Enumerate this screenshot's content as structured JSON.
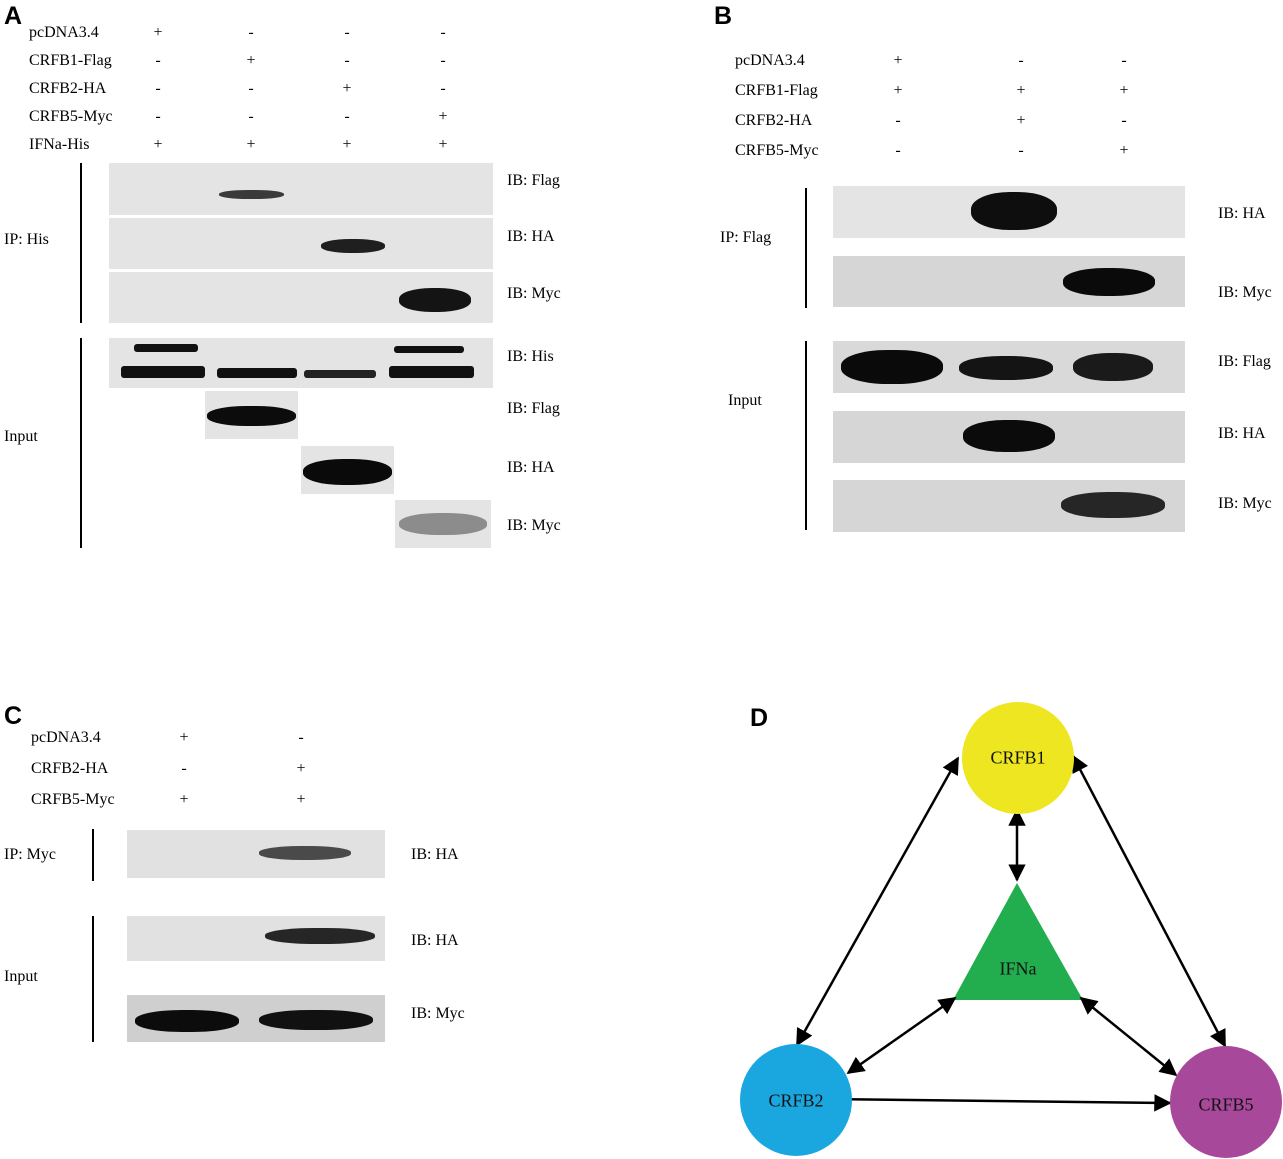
{
  "panelA": {
    "label": "A",
    "rows": [
      {
        "name": "pcDNA3.4",
        "signs": [
          "+",
          "-",
          "-",
          "-"
        ]
      },
      {
        "name": "CRFB1-Flag",
        "signs": [
          "-",
          "+",
          "-",
          "-"
        ]
      },
      {
        "name": "CRFB2-HA",
        "signs": [
          "-",
          "-",
          "+",
          "-"
        ]
      },
      {
        "name": "CRFB5-Myc",
        "signs": [
          "-",
          "-",
          "-",
          "+"
        ]
      },
      {
        "name": "IFNa-His",
        "signs": [
          "+",
          "+",
          "+",
          "+"
        ]
      }
    ],
    "ip_label": "IP: His",
    "input_label": "Input",
    "ib": [
      "IB: Flag",
      "IB: HA",
      "IB: Myc",
      "IB: His",
      "IB: Flag",
      "IB: HA",
      "IB: Myc"
    ]
  },
  "panelB": {
    "label": "B",
    "rows": [
      {
        "name": "pcDNA3.4",
        "signs": [
          "+",
          "-",
          "-"
        ]
      },
      {
        "name": "CRFB1-Flag",
        "signs": [
          "+",
          "+",
          "+"
        ]
      },
      {
        "name": "CRFB2-HA",
        "signs": [
          "-",
          "+",
          "-"
        ]
      },
      {
        "name": "CRFB5-Myc",
        "signs": [
          "-",
          "-",
          "+"
        ]
      }
    ],
    "ip_label": "IP: Flag",
    "input_label": "Input",
    "ib": [
      "IB: HA",
      "IB: Myc",
      "IB: Flag",
      "IB: HA",
      "IB: Myc"
    ]
  },
  "panelC": {
    "label": "C",
    "rows": [
      {
        "name": "pcDNA3.4",
        "signs": [
          "+",
          "-"
        ]
      },
      {
        "name": "CRFB2-HA",
        "signs": [
          "-",
          "+"
        ]
      },
      {
        "name": "CRFB5-Myc",
        "signs": [
          "+",
          "+"
        ]
      }
    ],
    "ip_label": "IP: Myc",
    "input_label": "Input",
    "ib": [
      "IB: HA",
      "IB: HA",
      "IB: Myc"
    ]
  },
  "panelD": {
    "label": "D",
    "nodes": {
      "crfb1": {
        "label": "CRFB1",
        "color": "#ede620"
      },
      "crfb2": {
        "label": "CRFB2",
        "color": "#1aa7e0"
      },
      "crfb5": {
        "label": "CRFB5",
        "color": "#a8489b"
      },
      "ifna": {
        "label": "IFNa",
        "color": "#22ad4f"
      }
    },
    "edges": [
      [
        "crfb1",
        "crfb2"
      ],
      [
        "crfb1",
        "crfb5"
      ],
      [
        "crfb2",
        "crfb5"
      ],
      [
        "crfb1",
        "ifna"
      ],
      [
        "ifna",
        "crfb2"
      ],
      [
        "ifna",
        "crfb5"
      ]
    ]
  }
}
